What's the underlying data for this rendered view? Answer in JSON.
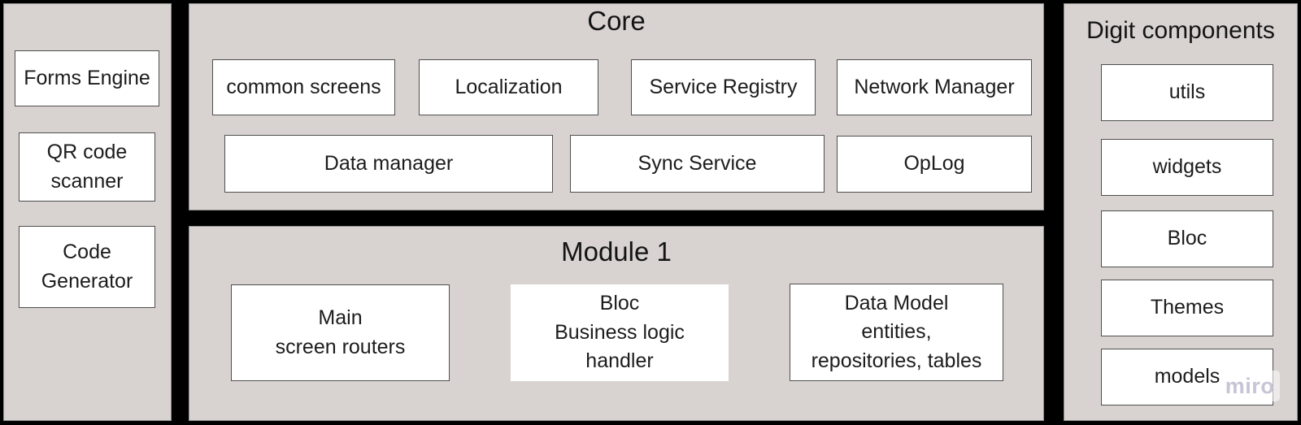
{
  "colors": {
    "canvas": "#000000",
    "panel_bg": "#d8d3d1",
    "panel_border": "#8f8f8f",
    "box_bg": "#ffffff",
    "box_border": "#4f4f4f",
    "text": "#1c1c1c",
    "watermark_text": "#c7c4d4"
  },
  "left_panel": {
    "boxes": [
      {
        "lines": [
          "Forms Engine"
        ]
      },
      {
        "lines": [
          "QR code",
          "scanner"
        ]
      },
      {
        "lines": [
          "Code",
          "Generator"
        ]
      }
    ]
  },
  "core": {
    "title": "Core",
    "row1": [
      "common screens",
      "Localization",
      "Service Registry",
      "Network Manager"
    ],
    "row2": [
      "Data manager",
      "Sync Service",
      "OpLog"
    ]
  },
  "module1": {
    "title": "Module 1",
    "boxes": [
      {
        "lines": [
          "Main",
          "screen routers"
        ]
      },
      {
        "lines": [
          "Bloc",
          "Business logic",
          "handler"
        ]
      },
      {
        "lines": [
          "Data Model",
          "entities,",
          "repositories, tables"
        ]
      }
    ]
  },
  "digit_components": {
    "title": "Digit components",
    "boxes": [
      "utils",
      "widgets",
      "Bloc",
      "Themes",
      "models"
    ]
  },
  "watermark": {
    "label": "miro"
  }
}
